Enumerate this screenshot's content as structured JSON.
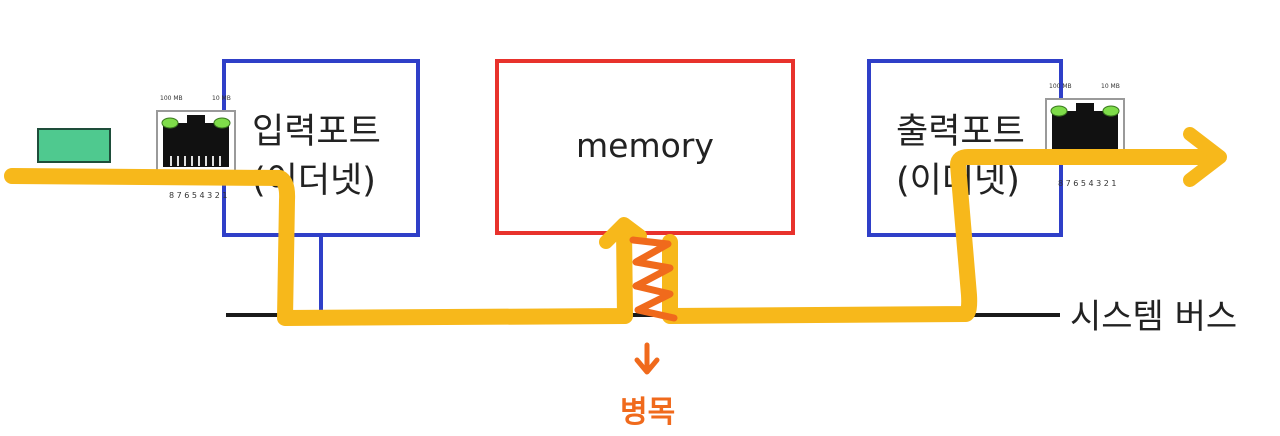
{
  "diagram": {
    "input_port": {
      "line1": "입력포트",
      "line2": "(이더넷)"
    },
    "memory": {
      "label": "memory"
    },
    "output_port": {
      "line1": "출력포트",
      "line2": "(이더넷)"
    },
    "system_bus": {
      "label": "시스템 버스"
    },
    "bottleneck": {
      "label": "병목"
    },
    "rj45_left": {
      "led_left": "100 MB",
      "led_right": "10 MB",
      "pins": "8 7 6 5 4 3 2 1"
    },
    "rj45_right": {
      "led_left": "100 MB",
      "led_right": "10 MB",
      "pins": "8 7 6 5 4 3 2 1"
    }
  },
  "colors": {
    "port_border": "#2f3fc8",
    "memory_border": "#e8322c",
    "bus_line": "#1a1a1a",
    "data_path": "#f7b81b",
    "bottleneck": "#f06a1c",
    "led": "#7fdc4a",
    "cable_end": "#4fc98f"
  }
}
